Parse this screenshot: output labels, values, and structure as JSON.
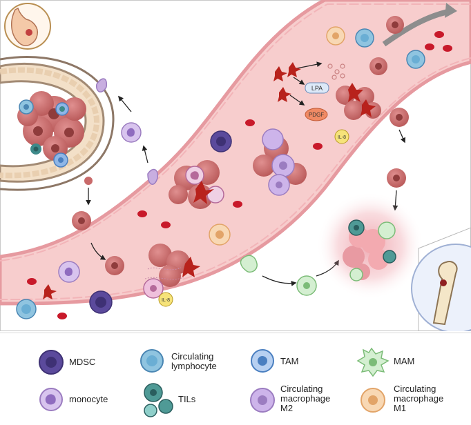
{
  "factors": {
    "lpa": "LPA",
    "pdgf": "PDGF",
    "il8": "IL-8"
  },
  "legend": {
    "mdsc": "MDSC",
    "circulating_lymphocyte": "Circulating\nlymphocyte",
    "tam": "TAM",
    "mam": "MAM",
    "monocyte": "monocyte",
    "tils": "TILs",
    "macrophage_m2": "Circulating\nmacrophage\nM2",
    "macrophage_m1": "Circulating\nmacrophage\nM1"
  },
  "colors": {
    "vessel": "#f6c8c8",
    "vessel_wall": "#e8989a",
    "tumor_cell": "#c96a6a",
    "rbc": "#c8192a",
    "platelet": "#b8221c",
    "mdsc": "#5b4a9c",
    "lymphocyte": "#8fc4e0",
    "tam": "#8fb6e6",
    "mam": "#c5e7c2",
    "monocyte": "#c8aee0",
    "tils": "#3e8a8a",
    "macrophage_m2": "#bf9ee3",
    "macrophage_m1": "#f5c898",
    "il8_badge": "#f6e37a",
    "pdgf_badge": "#f08a64",
    "lpa_badge": "#dde9f8"
  }
}
